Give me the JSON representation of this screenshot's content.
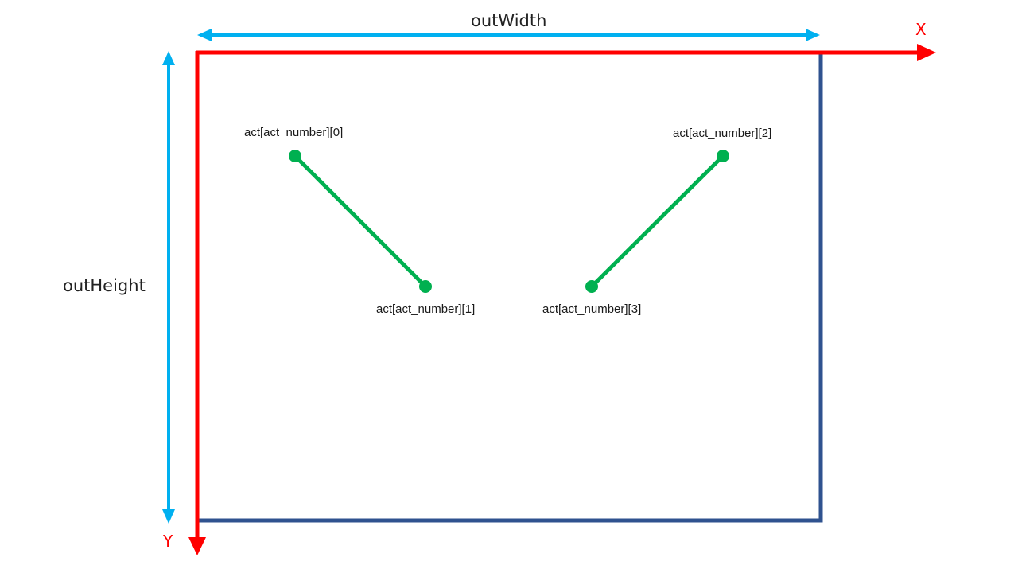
{
  "dimensions": {
    "width_label": "outWidth",
    "height_label": "outHeight"
  },
  "axes": {
    "x_label": "X",
    "y_label": "Y"
  },
  "points": {
    "p0": "act[act_number][0]",
    "p1": "act[act_number][1]",
    "p2": "act[act_number][2]",
    "p3": "act[act_number][3]"
  },
  "colors": {
    "axis": "#ff0000",
    "frame": "#2f528f",
    "dimension_arrow": "#00b0f0",
    "segment": "#00b050"
  }
}
